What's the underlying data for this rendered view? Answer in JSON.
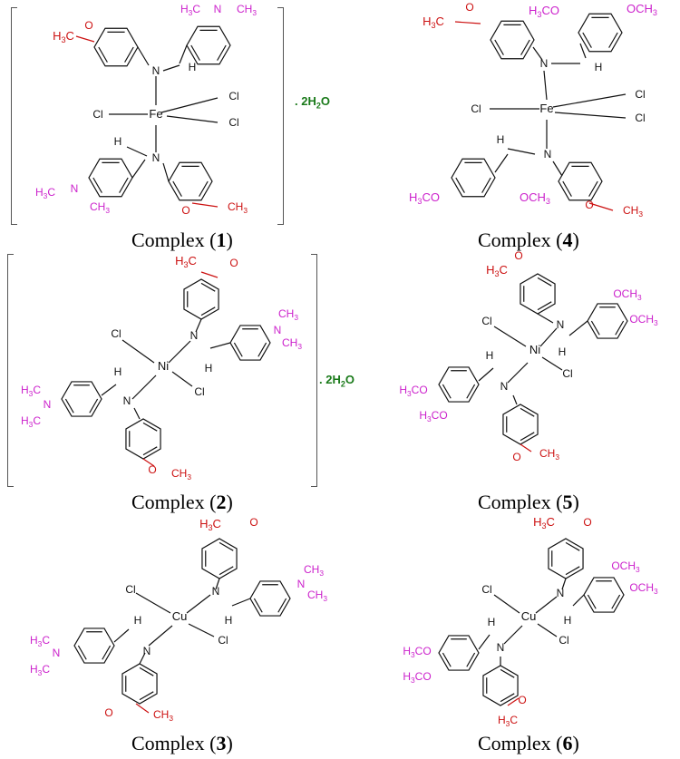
{
  "figure": {
    "complexes": [
      {
        "id": "1",
        "caption_prefix": "Complex (",
        "number": "1",
        "caption_suffix": ")",
        "metal": "Fe",
        "hydrate": ". 2H",
        "hydrate_sub": "2",
        "hydrate_tail": "O"
      },
      {
        "id": "2",
        "caption_prefix": "Complex (",
        "number": "2",
        "caption_suffix": ")",
        "metal": "Ni",
        "hydrate": ". 2H",
        "hydrate_sub": "2",
        "hydrate_tail": "O"
      },
      {
        "id": "3",
        "caption_prefix": "Complex (",
        "number": "3",
        "caption_suffix": ")",
        "metal": "Cu"
      },
      {
        "id": "4",
        "caption_prefix": "Complex (",
        "number": "4",
        "caption_suffix": ")",
        "metal": "Fe"
      },
      {
        "id": "5",
        "caption_prefix": "Complex (",
        "number": "5",
        "caption_suffix": ")",
        "metal": "Ni"
      },
      {
        "id": "6",
        "caption_prefix": "Complex (",
        "number": "6",
        "caption_suffix": ")",
        "metal": "Cu"
      }
    ],
    "atom_labels": {
      "cl": "Cl",
      "n": "N",
      "h": "H",
      "o": "O",
      "acetyl": "H3C",
      "ch3": "CH3",
      "och3": "OCH3",
      "h3co": "H3CO"
    },
    "colors": {
      "acetyl": "#cc1111",
      "substituent": "#cc22cc",
      "bond": "#111111",
      "hydrate": "#1a7a1a"
    }
  }
}
